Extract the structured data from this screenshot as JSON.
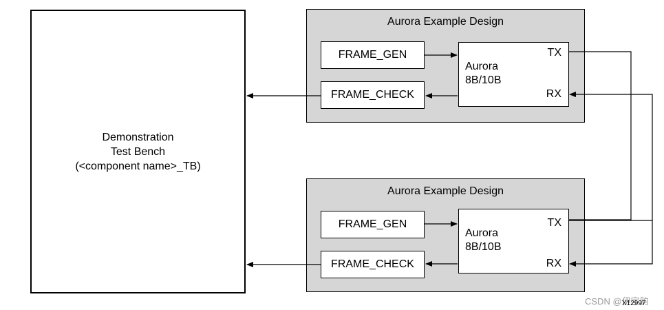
{
  "bench": {
    "line1": "Demonstration",
    "line2": "Test Bench",
    "line3": "(<component name>_TB)"
  },
  "designs": [
    {
      "title": "Aurora Example Design",
      "frame_gen": "FRAME_GEN",
      "frame_check": "FRAME_CHECK",
      "core_line1": "Aurora",
      "core_line2": "8B/10B",
      "tx": "TX",
      "rx": "RX"
    },
    {
      "title": "Aurora Example Design",
      "frame_gen": "FRAME_GEN",
      "frame_check": "FRAME_CHECK",
      "core_line1": "Aurora",
      "core_line2": "8B/10B",
      "tx": "TX",
      "rx": "RX"
    }
  ],
  "watermark": "CSDN @伊宇韵",
  "figure_id": "X12997",
  "colors": {
    "design_fill": "#d6d6d6",
    "line": "#000000",
    "box_fill": "#ffffff"
  }
}
